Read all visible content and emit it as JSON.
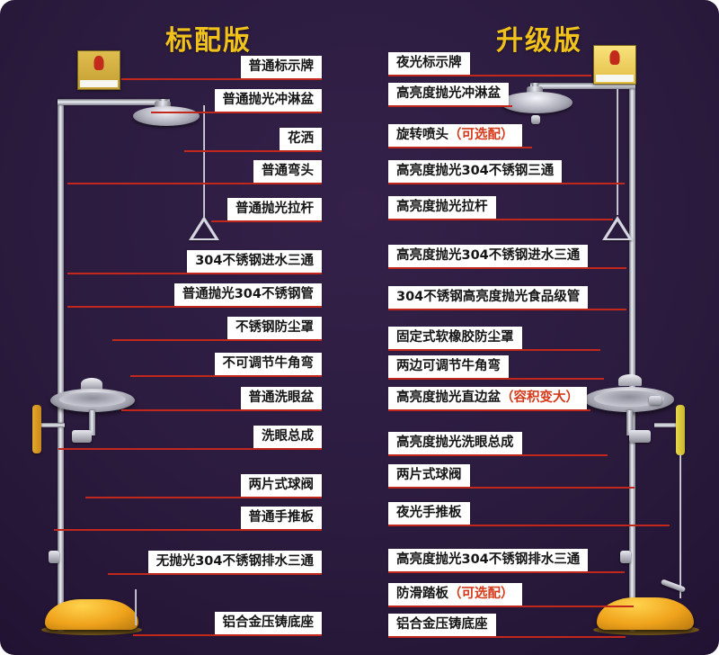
{
  "left": {
    "title": "标配版",
    "labels": [
      {
        "text": "普通标示牌",
        "note": ""
      },
      {
        "text": "普通抛光冲淋盆",
        "note": ""
      },
      {
        "text": "花洒",
        "note": ""
      },
      {
        "text": "普通弯头",
        "note": ""
      },
      {
        "text": "普通抛光拉杆",
        "note": ""
      },
      {
        "text": "304不锈钢进水三通",
        "note": ""
      },
      {
        "text": "普通抛光304不锈钢管",
        "note": ""
      },
      {
        "text": "不锈钢防尘罩",
        "note": ""
      },
      {
        "text": "不可调节牛角弯",
        "note": ""
      },
      {
        "text": "普通洗眼盆",
        "note": ""
      },
      {
        "text": "洗眼总成",
        "note": ""
      },
      {
        "text": "两片式球阀",
        "note": ""
      },
      {
        "text": "普通手推板",
        "note": ""
      },
      {
        "text": "无抛光304不锈钢排水三通",
        "note": ""
      },
      {
        "text": "铝合金压铸底座",
        "note": ""
      }
    ]
  },
  "right": {
    "title": "升级版",
    "labels": [
      {
        "text": "夜光标示牌",
        "note": ""
      },
      {
        "text": "高亮度抛光冲淋盆",
        "note": ""
      },
      {
        "text": "旋转喷头",
        "note": "（可选配）"
      },
      {
        "text": "高亮度抛光304不锈钢三通",
        "note": ""
      },
      {
        "text": "高亮度抛光拉杆",
        "note": ""
      },
      {
        "text": "高亮度抛光304不锈钢进水三通",
        "note": ""
      },
      {
        "text": "304不锈钢高亮度抛光食品级管",
        "note": ""
      },
      {
        "text": "固定式软橡胶防尘罩",
        "note": ""
      },
      {
        "text": "两边可调节牛角弯",
        "note": ""
      },
      {
        "text": "高亮度抛光直边盆",
        "note": "（容积变大）"
      },
      {
        "text": "高亮度抛光洗眼总成",
        "note": ""
      },
      {
        "text": "两片式球阀",
        "note": ""
      },
      {
        "text": "夜光手推板",
        "note": ""
      },
      {
        "text": "高亮度抛光304不锈钢排水三通",
        "note": ""
      },
      {
        "text": "防滑踏板",
        "note": "（可选配）"
      },
      {
        "text": "铝合金压铸底座",
        "note": ""
      }
    ]
  },
  "colors": {
    "background": "#2b1b3e",
    "title_yellow": "#f2c21c",
    "label_background": "#ffffff",
    "label_text": "#151515",
    "note_red": "#d43a1a",
    "leader_line_red": "#c1271b",
    "base_yellow": "#f0a61c",
    "steel_silver": "#c9c9d4"
  }
}
